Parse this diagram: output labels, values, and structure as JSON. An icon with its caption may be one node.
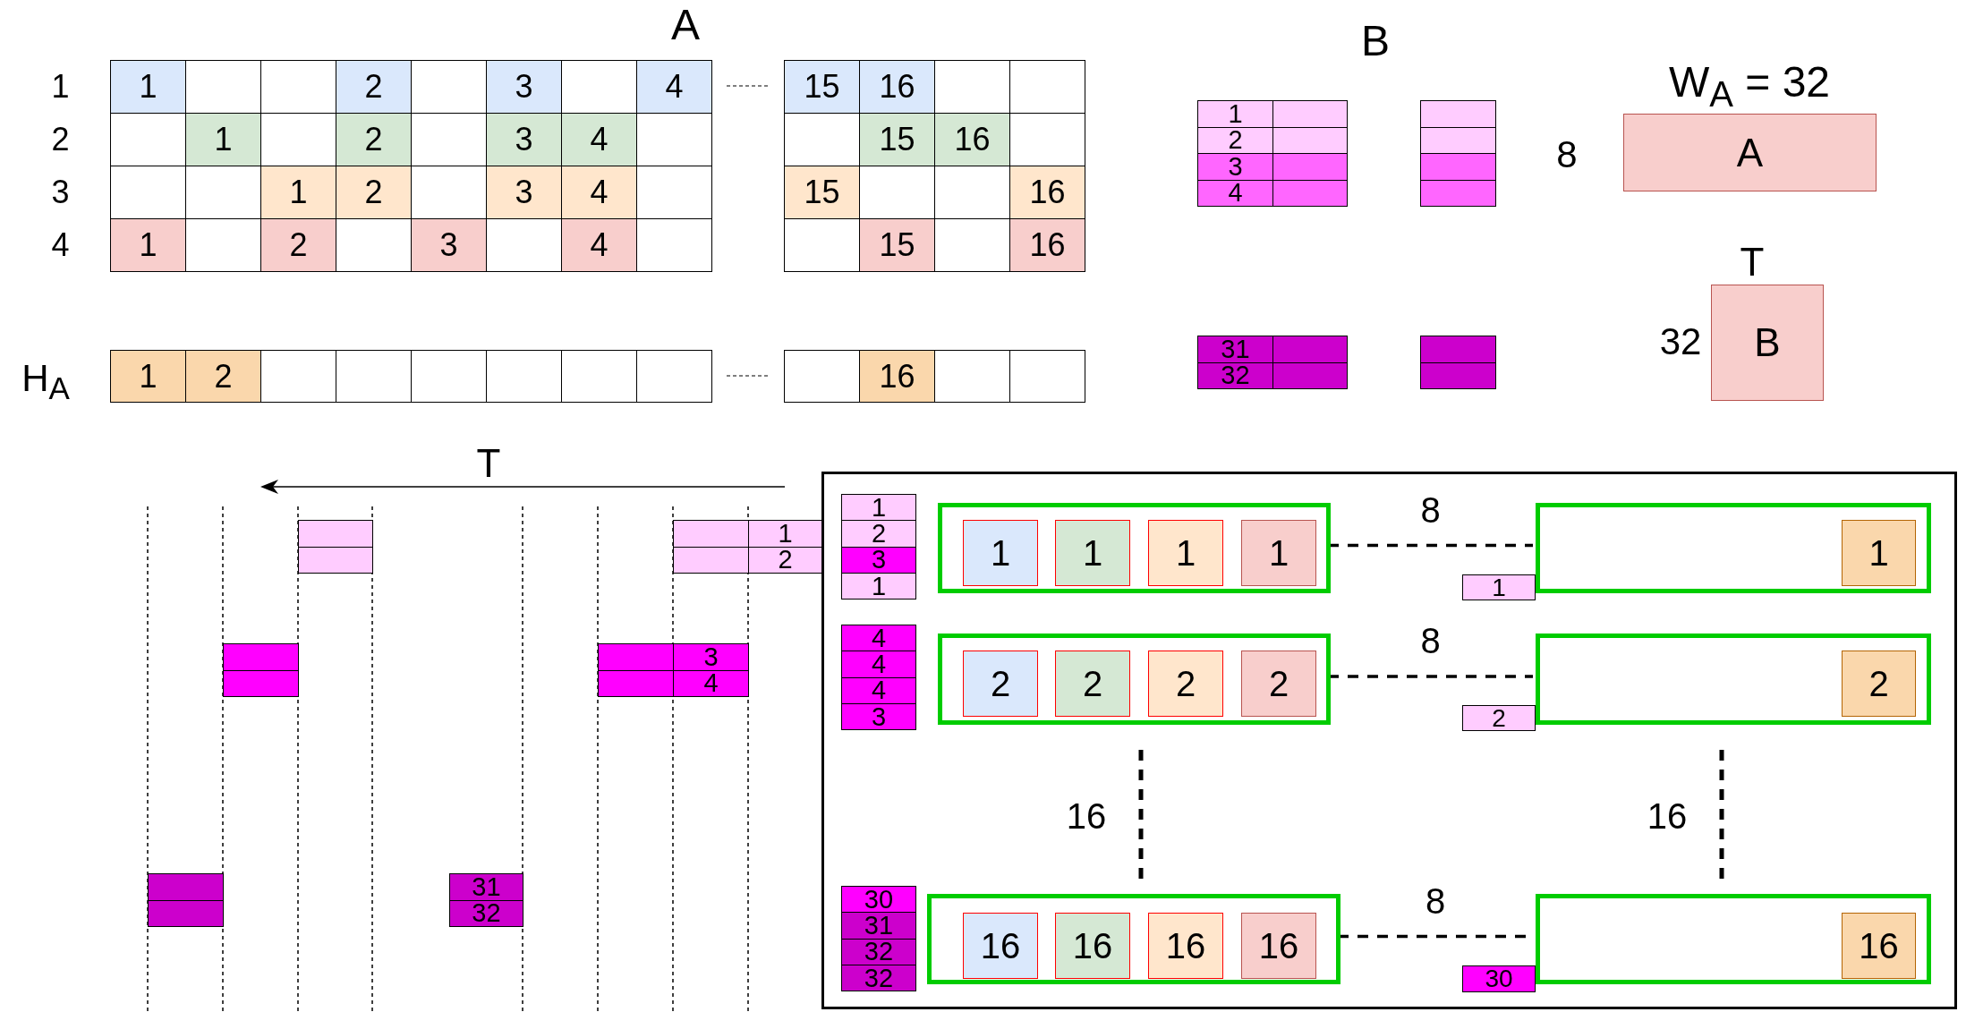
{
  "diagram": {
    "nodes": [
      {
        "text": [
          "A"
        ],
        "beside": [
          "W$_{A}$ = 32",
          "8"
        ]
      },
      {
        "text": [
          "B"
        ],
        "beside": [
          "T",
          "32"
        ]
      },
      {
        "text": [],
        "shape": "box"
      },
      {
        "text": [],
        "shape": "box",
        "in": 2
      },
      {
        "text": [
          "1"
        ],
        "in": 3
      },
      {
        "text": [
          "1"
        ],
        "in": 3
      },
      {
        "text": [
          "1"
        ],
        "in": 3
      },
      {
        "text": [
          "1"
        ],
        "in": 3
      },
      {
        "text": [],
        "shape": "box",
        "in": 2
      },
      {
        "text": [
          "1"
        ],
        "in": 8
      },
      {
        "text": [
          "1"
        ],
        "in": 2
      },
      {
        "text": [],
        "shape": "box",
        "in": 2
      },
      {
        "text": [
          "2"
        ],
        "in": 11
      },
      {
        "text": [
          "2"
        ],
        "in": 11
      },
      {
        "text": [
          "2"
        ],
        "in": 11
      },
      {
        "text": [
          "2"
        ],
        "in": 11
      },
      {
        "text": [],
        "shape": "box",
        "in": 2
      },
      {
        "text": [
          "2"
        ],
        "in": 16
      },
      {
        "text": [
          "2"
        ],
        "in": 2
      },
      {
        "text": [],
        "shape": "box",
        "in": 2
      },
      {
        "text": [
          "16"
        ],
        "in": 19
      },
      {
        "text": [
          "16"
        ],
        "in": 19
      },
      {
        "text": [
          "16"
        ],
        "in": 19
      },
      {
        "text": [
          "16"
        ],
        "in": 19
      },
      {
        "text": [],
        "shape": "box",
        "in": 2
      },
      {
        "text": [
          "16"
        ],
        "in": 24
      },
      {
        "text": [
          "30"
        ],
        "in": 2
      }
    ],
    "edges": [
      {
        "from": 3,
        "to": 8,
        "arrow": "none",
        "label": "8",
        "style": "dashed"
      },
      {
        "from": 11,
        "to": 16,
        "arrow": "none",
        "label": "8",
        "style": "dashed"
      },
      {
        "from": 19,
        "to": 24,
        "arrow": "none",
        "label": "8",
        "style": "dashed"
      }
    ],
    "labels": [
      "A",
      "1",
      "1",
      "2",
      "3",
      "4",
      "15",
      "16",
      "2",
      "1",
      "2",
      "3",
      "4",
      "15",
      "16",
      "3",
      "1",
      "2",
      "3",
      "4",
      "15",
      "16",
      "4",
      "1",
      "2",
      "3",
      "4",
      "15",
      "16",
      "H$_{A}$",
      "1",
      "2",
      "16",
      "B",
      "1",
      "2",
      "3",
      "4",
      "31",
      "32",
      "T",
      "1",
      "2",
      "3",
      "4",
      "31",
      "32",
      "1",
      "2",
      "3",
      "1",
      "4",
      "4",
      "4",
      "3",
      "30",
      "31",
      "32",
      "32",
      "16",
      "16"
    ]
  }
}
